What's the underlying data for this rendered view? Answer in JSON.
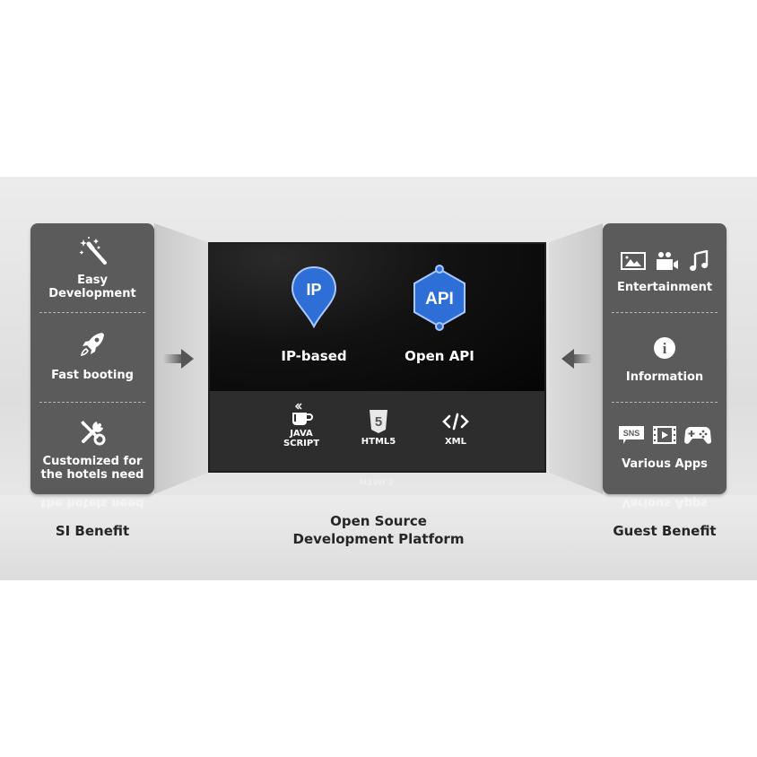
{
  "left_panel": {
    "title": "SI Benefit",
    "items": [
      {
        "icon": "magic-wand-icon",
        "label_lines": [
          "Easy",
          "Development"
        ]
      },
      {
        "icon": "rocket-icon",
        "label_lines": [
          "Fast booting"
        ]
      },
      {
        "icon": "tools-icon",
        "label_lines": [
          "Customized for",
          "the hotels need"
        ]
      }
    ]
  },
  "center": {
    "features": [
      {
        "icon": "ip-pin-icon",
        "icon_text": "IP",
        "label": "IP-based"
      },
      {
        "icon": "api-hexagon-icon",
        "icon_text": "API",
        "label": "Open API"
      }
    ],
    "technologies": [
      {
        "icon": "coffee-cup-icon",
        "label_lines": [
          "JAVA",
          "SCRIPT"
        ]
      },
      {
        "icon": "html5-shield-icon",
        "icon_text": "5",
        "label_lines": [
          "HTML5"
        ]
      },
      {
        "icon": "code-tag-icon",
        "icon_text": "</>",
        "label_lines": [
          "XML"
        ]
      }
    ],
    "caption_lines": [
      "Open Source",
      "Development Platform"
    ]
  },
  "right_panel": {
    "title": "Guest Benefit",
    "items": [
      {
        "icons": [
          "image-icon",
          "video-camera-icon",
          "music-note-icon"
        ],
        "label_lines": [
          "Entertainment"
        ]
      },
      {
        "icon": "info-icon",
        "icon_text": "i",
        "label_lines": [
          "Information"
        ]
      },
      {
        "icons": [
          "sns-bubble-icon",
          "film-play-icon",
          "gamepad-icon"
        ],
        "sns_text": "SNS",
        "label_lines": [
          "Various Apps"
        ]
      }
    ]
  },
  "colors": {
    "accent_blue": "#2d6fd6",
    "panel_gray": "#5b5b5b",
    "screen_black": "#0a0a0a",
    "screen_bottom": "#2d2d2d",
    "background_band": "#e2e2e2"
  }
}
